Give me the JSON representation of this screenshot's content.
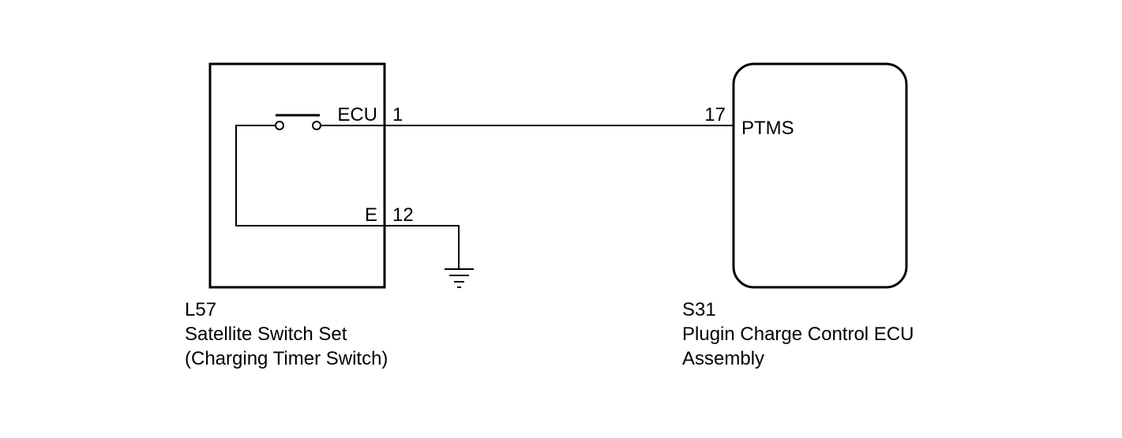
{
  "diagram": {
    "left_component": {
      "code": "L57",
      "name_line1": "Satellite Switch Set",
      "name_line2": "(Charging Timer Switch)",
      "terminals": [
        {
          "label": "ECU",
          "pin": "1"
        },
        {
          "label": "E",
          "pin": "12"
        }
      ]
    },
    "right_component": {
      "code": "S31",
      "name_line1": "Plugin Charge Control ECU",
      "name_line2": "Assembly",
      "terminals": [
        {
          "label": "PTMS",
          "pin": "17"
        }
      ]
    },
    "colors": {
      "line": "#000000",
      "background": "#ffffff"
    }
  }
}
